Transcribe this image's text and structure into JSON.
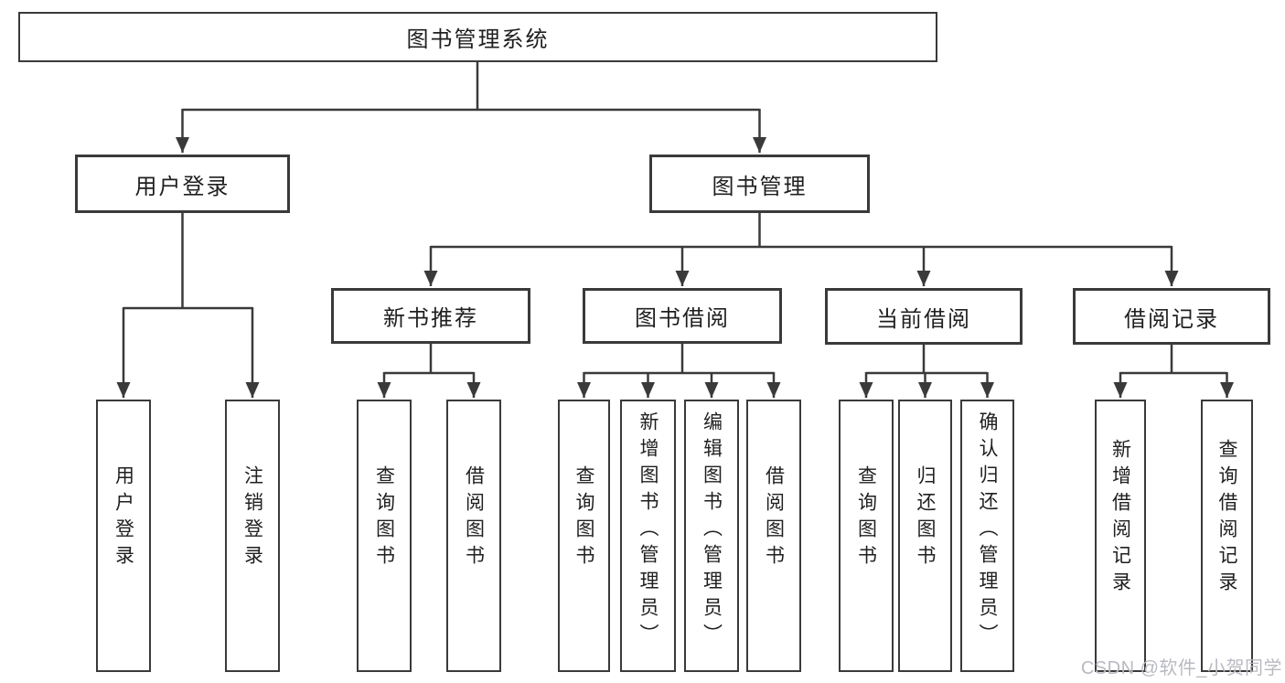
{
  "diagram_title": "图书管理系统",
  "tree": {
    "label": "图书管理系统",
    "children": [
      {
        "label": "用户登录",
        "children": [
          {
            "label": "用户登录"
          },
          {
            "label": "注销登录"
          }
        ]
      },
      {
        "label": "图书管理",
        "children": [
          {
            "label": "新书推荐",
            "children": [
              {
                "label": "查询图书"
              },
              {
                "label": "借阅图书"
              }
            ]
          },
          {
            "label": "图书借阅",
            "children": [
              {
                "label": "查询图书"
              },
              {
                "label": "新增图书（管理员）"
              },
              {
                "label": "编辑图书（管理员）"
              },
              {
                "label": "借阅图书"
              }
            ]
          },
          {
            "label": "当前借阅",
            "children": [
              {
                "label": "查询图书"
              },
              {
                "label": "归还图书"
              },
              {
                "label": "确认归还（管理员）"
              }
            ]
          },
          {
            "label": "借阅记录",
            "children": [
              {
                "label": "新增借阅记录"
              },
              {
                "label": "查询借阅记录"
              }
            ]
          }
        ]
      }
    ]
  },
  "watermark": "CSDN @软件_小贺同学",
  "colors": {
    "line": "#3a3a3a",
    "text": "#1f1f1f",
    "fill": "#ffffff",
    "background": "#ffffff",
    "watermark_color": "#b9bac1"
  }
}
